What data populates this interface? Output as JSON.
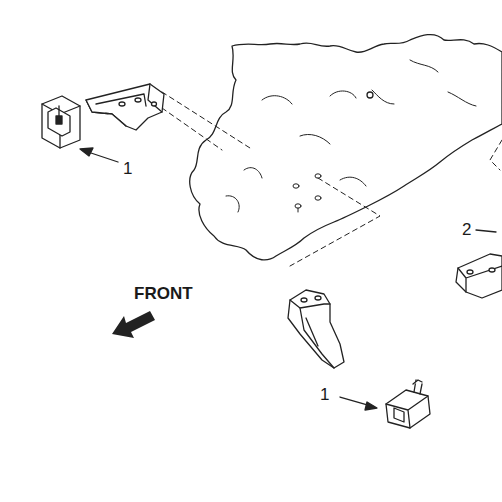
{
  "diagram": {
    "labels": [
      "1",
      "2",
      "FRONT",
      "1"
    ]
  }
}
